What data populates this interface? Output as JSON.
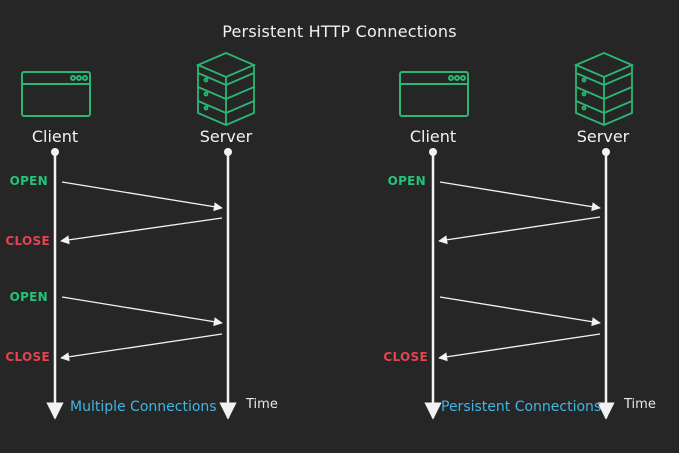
{
  "title": "Persistent HTTP Connections",
  "colors": {
    "background": "#262626",
    "line": "#f2f2f2",
    "icon": "#2bb673",
    "open": "#27c27a",
    "close": "#e5434f",
    "caption": "#3fb6e4"
  },
  "panels": [
    {
      "client_label": "Client",
      "server_label": "Server",
      "client_icon": "browser-window-icon",
      "server_icon": "server-stack-icon",
      "events": [
        {
          "label": "OPEN",
          "kind": "open"
        },
        {
          "label": "CLOSE",
          "kind": "close"
        },
        {
          "label": "OPEN",
          "kind": "open"
        },
        {
          "label": "CLOSE",
          "kind": "close"
        }
      ],
      "caption": "Multiple Connections",
      "time_label": "Time"
    },
    {
      "client_label": "Client",
      "server_label": "Server",
      "client_icon": "browser-window-icon",
      "server_icon": "server-stack-icon",
      "events": [
        {
          "label": "OPEN",
          "kind": "open"
        },
        {
          "label": "CLOSE",
          "kind": "close"
        }
      ],
      "caption": "Persistent Connections",
      "time_label": "Time"
    }
  ]
}
